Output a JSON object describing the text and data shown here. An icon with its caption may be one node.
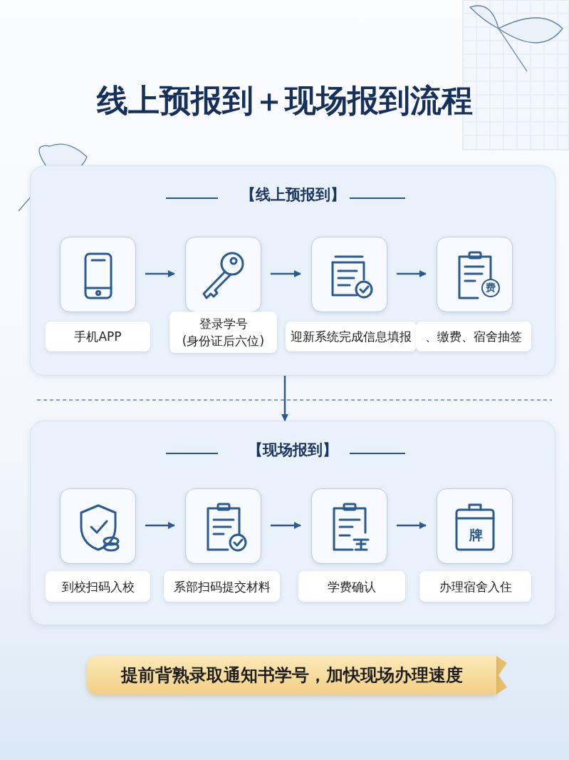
{
  "diagram": {
    "title": "线上预报到＋现场报到流程",
    "nodes": [
      {
        "text": [
          "【线上预报到】"
        ]
      },
      {
        "text": [],
        "shape": "box",
        "in": 0
      },
      {
        "text": [],
        "shape": "box",
        "in": 0
      },
      {
        "text": [],
        "shape": "box",
        "in": 0
      },
      {
        "text": [
          "费"
        ],
        "in": 0
      },
      {
        "text": [
          "手机APP"
        ],
        "in": 0
      },
      {
        "text": [
          "登录学号 (身份证后六位)"
        ],
        "in": 0
      },
      {
        "text": [
          "迎新系统完成信息填报"
        ],
        "in": 0
      },
      {
        "text": [
          "、缴费、宿舍抽签"
        ],
        "in": 0
      },
      {
        "text": [
          "【现场报到】"
        ]
      },
      {
        "text": [],
        "shape": "box",
        "in": 9
      },
      {
        "text": [],
        "shape": "box",
        "in": 9
      },
      {
        "text": [],
        "shape": "box",
        "in": 9
      },
      {
        "text": [
          "牌"
        ],
        "in": 9
      },
      {
        "text": [
          "到校扫码入校"
        ],
        "in": 9
      },
      {
        "text": [
          "系部扫码提交材料"
        ],
        "in": 9
      },
      {
        "text": [
          "学费确认"
        ],
        "in": 9
      },
      {
        "text": [
          "办理宿舍入住"
        ],
        "in": 9
      },
      {
        "text": [
          "提前背熟录取通知书学号，加快现场办理速度"
        ]
      }
    ],
    "edges": [
      {
        "from": 1,
        "to": 2,
        "arrow": "to"
      },
      {
        "from": 2,
        "to": 3,
        "arrow": "to"
      },
      {
        "from": 3,
        "to": 4,
        "arrow": "to"
      },
      {
        "from": 0,
        "to": 9,
        "arrow": "to"
      },
      {
        "from": 10,
        "to": 11,
        "arrow": "to"
      },
      {
        "from": 11,
        "to": 12,
        "arrow": "to"
      },
      {
        "from": 12,
        "to": 13,
        "arrow": "to"
      }
    ]
  }
}
